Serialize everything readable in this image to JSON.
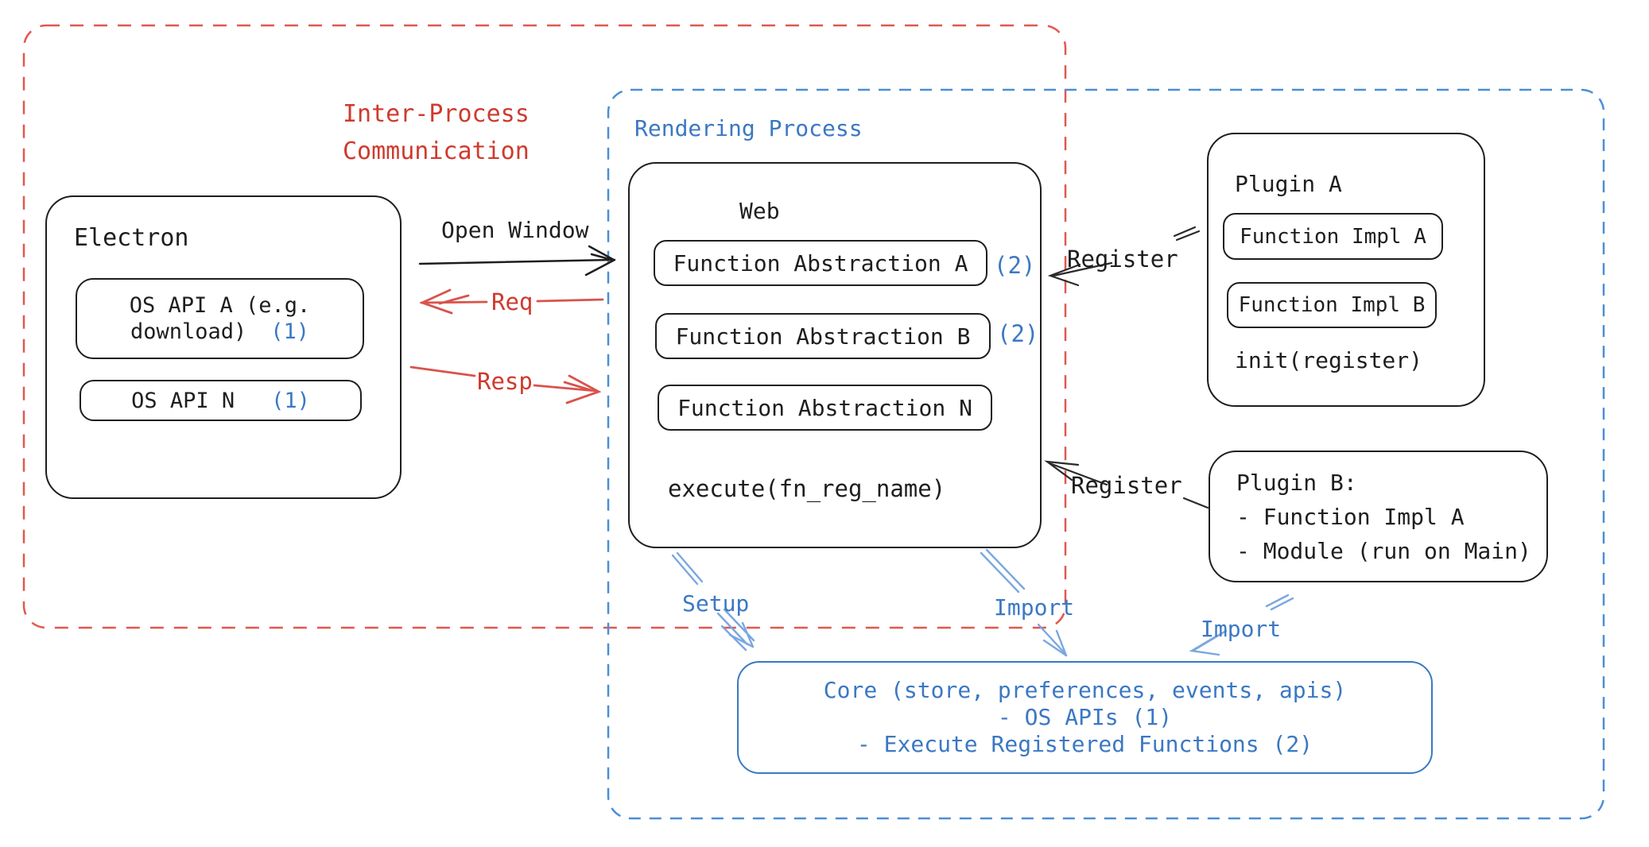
{
  "ipc": {
    "line1": "Inter-Process",
    "line2": "Communication"
  },
  "rendering": {
    "title": "Rendering Process"
  },
  "electron": {
    "title": "Electron",
    "api_a": {
      "line1": "OS API A (e.g.",
      "line2": "download)",
      "badge": "(1)"
    },
    "api_n": {
      "label": "OS API N",
      "badge": "(1)"
    }
  },
  "web": {
    "title": "Web",
    "abstractions": [
      {
        "label": "Function Abstraction A",
        "badge": "(2)"
      },
      {
        "label": "Function Abstraction B",
        "badge": "(2)"
      },
      {
        "label": "Function Abstraction N",
        "badge": ""
      }
    ],
    "execute": "execute(fn_reg_name)"
  },
  "plugin_a": {
    "title": "Plugin A",
    "impl_a": "Function Impl A",
    "impl_b": "Function Impl B",
    "init": "init(register)"
  },
  "plugin_b": {
    "title": "Plugin B:",
    "line1": "- Function Impl A",
    "line2": "- Module (run on Main)"
  },
  "core": {
    "line1": "Core (store, preferences, events, apis)",
    "line2": "- OS APIs (1)",
    "line3": "- Execute Registered Functions (2)"
  },
  "labels": {
    "open_window": "Open Window",
    "req": "Req",
    "resp": "Resp",
    "register_top": "Register",
    "register_bottom": "Register",
    "setup": "Setup",
    "import_mid": "Import",
    "import_right": "Import"
  },
  "colors": {
    "ink": "#1e1e1e",
    "red_text": "#cf3a2e",
    "red_dash": "#e0584e",
    "red_arrow": "#d9534b",
    "blue_text": "#3b78c3",
    "blue_dash": "#4b8ed6",
    "blue_arrow": "#7aa7e0"
  }
}
